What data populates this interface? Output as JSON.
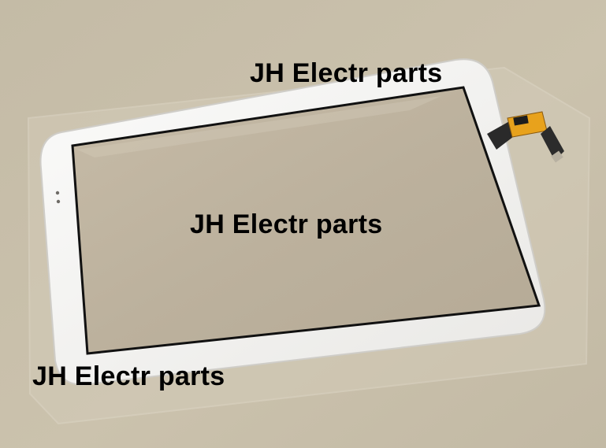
{
  "watermarks": {
    "top": "JH Electr parts",
    "center": "JH Electr parts",
    "bottom": "JH Electr parts"
  },
  "colors": {
    "background": "#c8bea8",
    "panel_frame": "#f4f3f1",
    "glass": "#bdb19d",
    "bezel_line": "#111111",
    "flex_cable": "#e8a21c",
    "text": "#000000"
  }
}
